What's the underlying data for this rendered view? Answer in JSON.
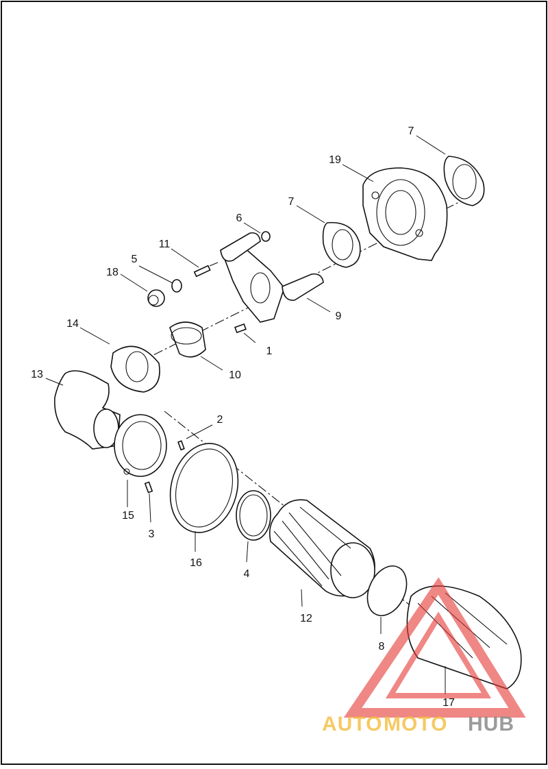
{
  "callouts": [
    {
      "id": "c1",
      "label": "1"
    },
    {
      "id": "c2",
      "label": "2"
    },
    {
      "id": "c3",
      "label": "3"
    },
    {
      "id": "c4",
      "label": "4"
    },
    {
      "id": "c5",
      "label": "5"
    },
    {
      "id": "c6",
      "label": "6"
    },
    {
      "id": "c7a",
      "label": "7"
    },
    {
      "id": "c7b",
      "label": "7"
    },
    {
      "id": "c8",
      "label": "8"
    },
    {
      "id": "c9",
      "label": "9"
    },
    {
      "id": "c10",
      "label": "10"
    },
    {
      "id": "c11",
      "label": "11"
    },
    {
      "id": "c12",
      "label": "12"
    },
    {
      "id": "c13",
      "label": "13"
    },
    {
      "id": "c14",
      "label": "14"
    },
    {
      "id": "c15",
      "label": "15"
    },
    {
      "id": "c16",
      "label": "16"
    },
    {
      "id": "c17",
      "label": "17"
    },
    {
      "id": "c18",
      "label": "18"
    },
    {
      "id": "c19",
      "label": "19"
    }
  ],
  "watermark": {
    "part1": "AUTO",
    "part2": "MOTO",
    "part3": "HUB",
    "color_orange": "#f5b731",
    "color_red": "#e53935",
    "color_gray": "#8a8a8a"
  }
}
